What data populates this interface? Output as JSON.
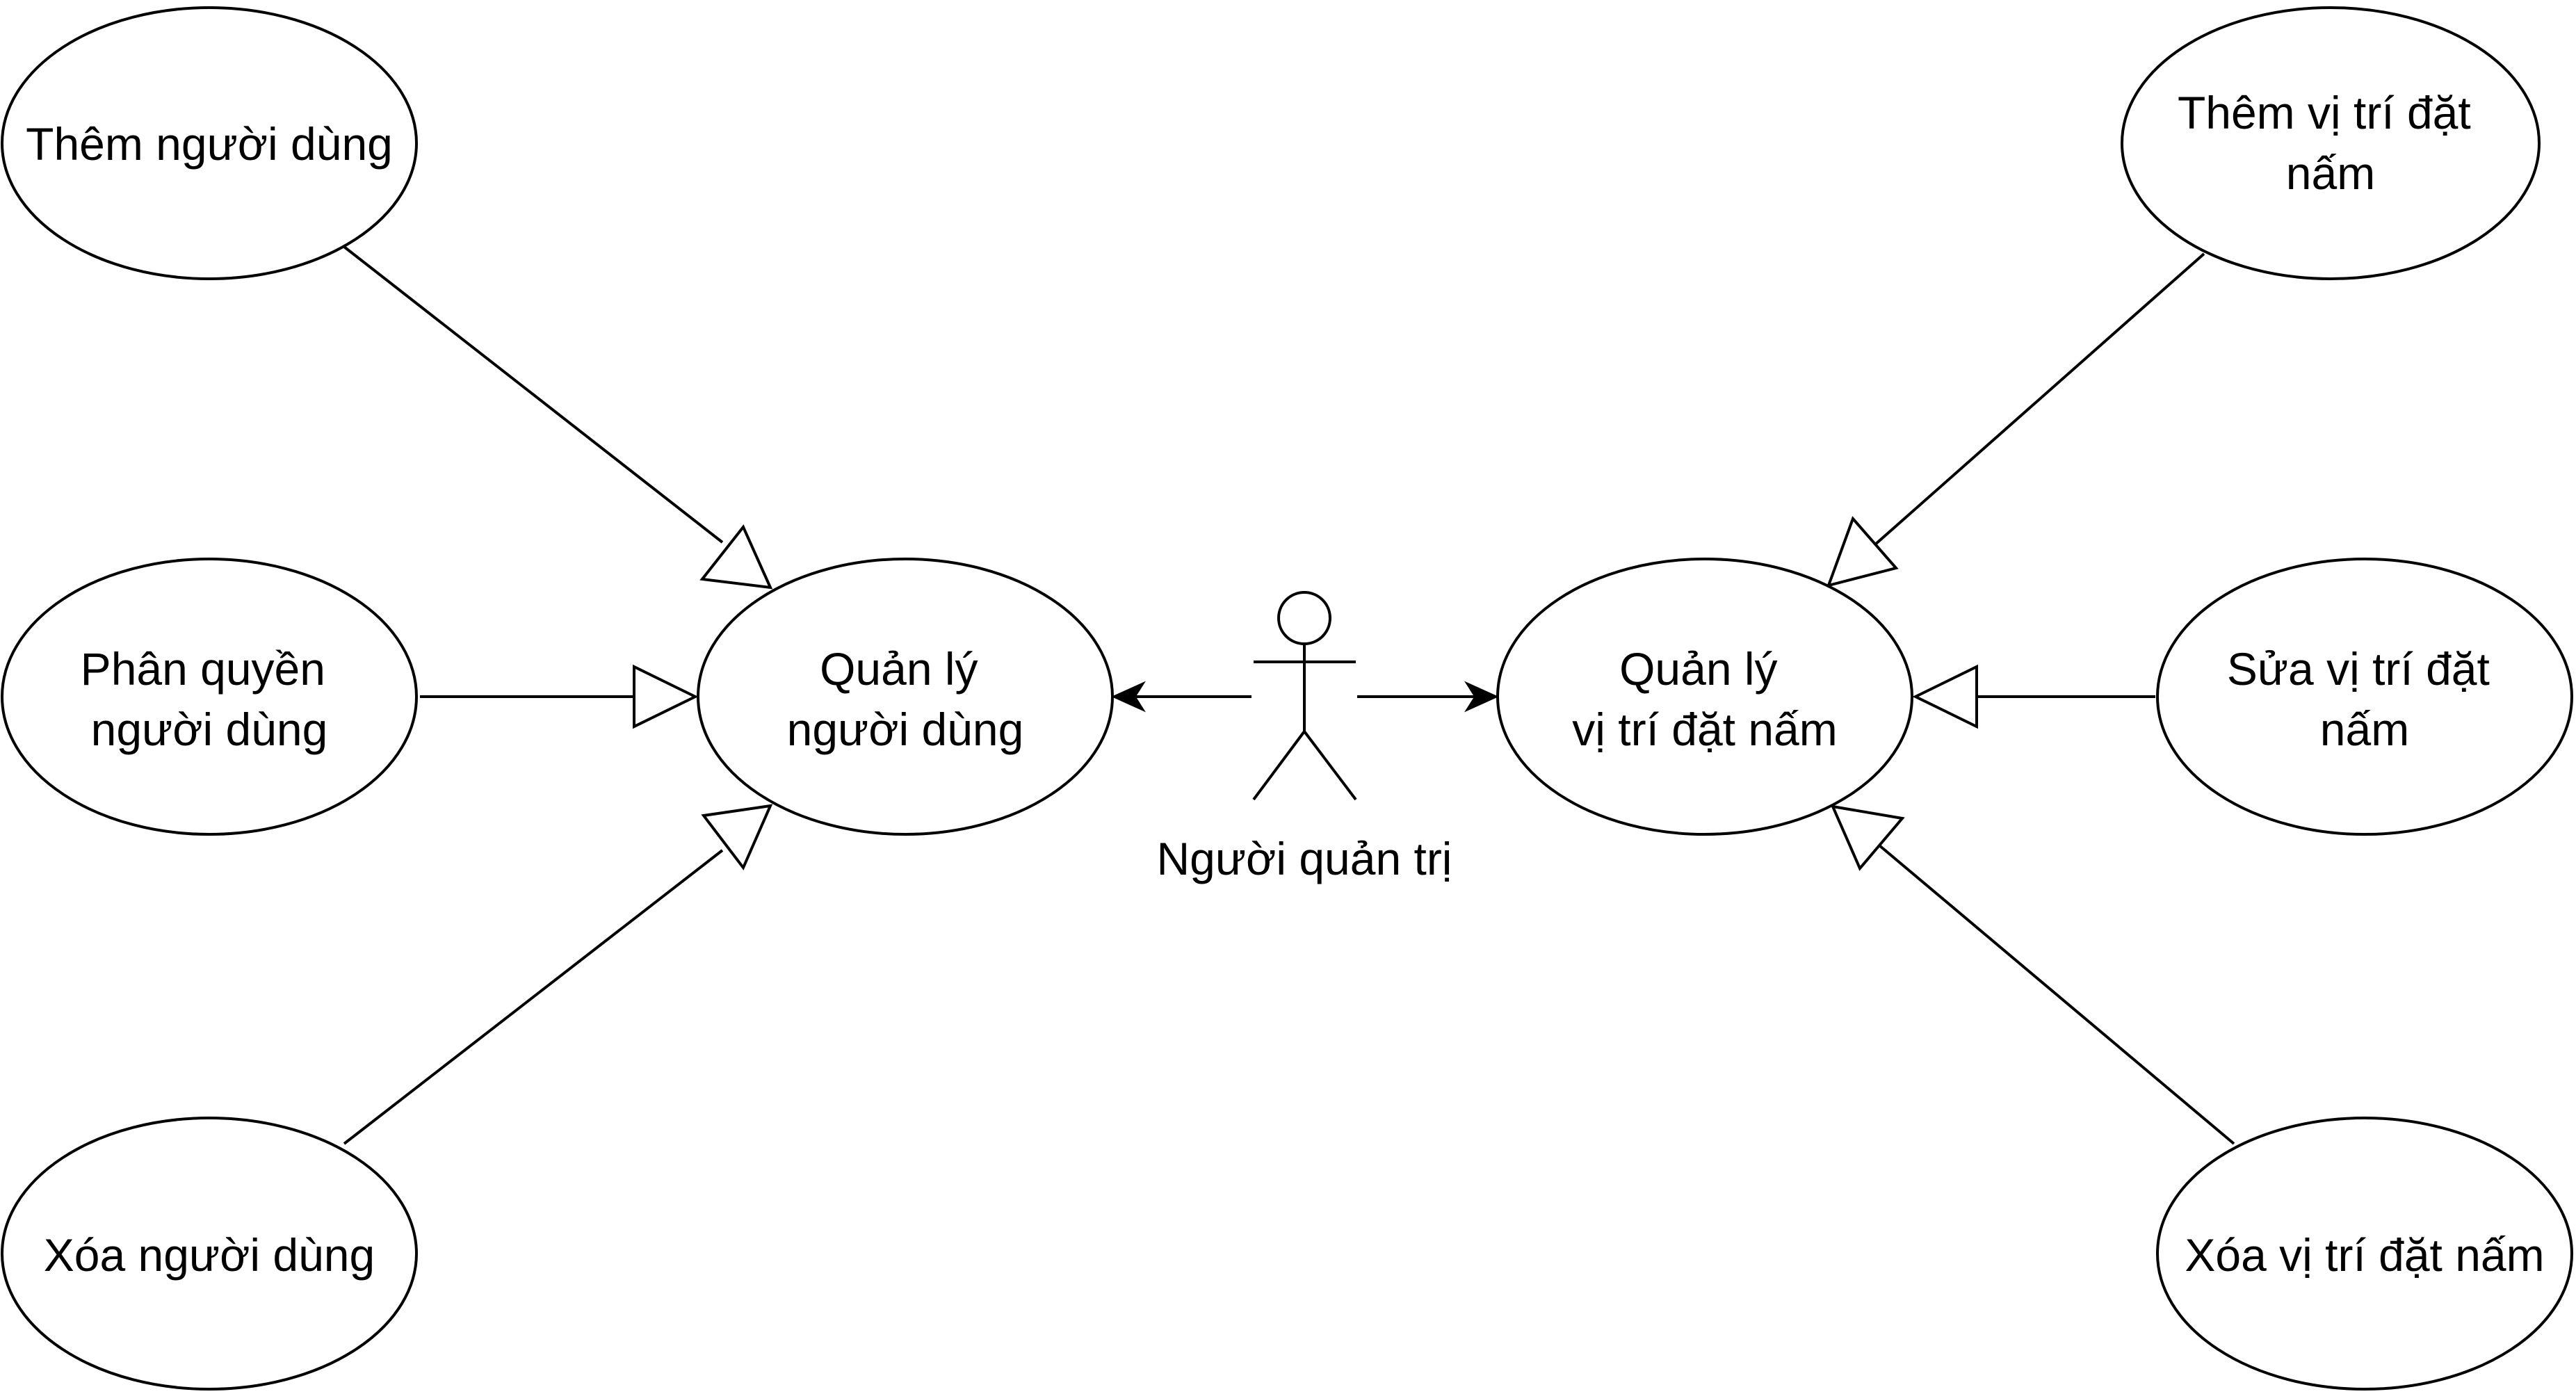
{
  "diagram": {
    "type": "use-case",
    "actor": {
      "label": "Người quản trị"
    },
    "use_cases": {
      "manage_users": {
        "lines": [
          "Quản lý",
          "người dùng"
        ]
      },
      "manage_locations": {
        "lines": [
          "Quản lý",
          "vị trí đặt nấm"
        ]
      },
      "add_user": {
        "lines": [
          "Thêm người dùng"
        ]
      },
      "assign_roles": {
        "lines": [
          "Phân quyền",
          "người dùng"
        ]
      },
      "delete_user": {
        "lines": [
          "Xóa người dùng"
        ]
      },
      "add_location": {
        "lines": [
          "Thêm vị trí đặt",
          "nấm"
        ]
      },
      "edit_location": {
        "lines": [
          "Sửa vị trí đặt",
          "nấm"
        ]
      },
      "delete_location": {
        "lines": [
          "Xóa vị trí đặt nấm"
        ]
      }
    },
    "relations": [
      {
        "from": "actor",
        "to": "manage_users",
        "kind": "association"
      },
      {
        "from": "actor",
        "to": "manage_locations",
        "kind": "association"
      },
      {
        "from": "add_user",
        "to": "manage_users",
        "kind": "generalization"
      },
      {
        "from": "assign_roles",
        "to": "manage_users",
        "kind": "generalization"
      },
      {
        "from": "delete_user",
        "to": "manage_users",
        "kind": "generalization"
      },
      {
        "from": "add_location",
        "to": "manage_locations",
        "kind": "generalization"
      },
      {
        "from": "edit_location",
        "to": "manage_locations",
        "kind": "generalization"
      },
      {
        "from": "delete_location",
        "to": "manage_locations",
        "kind": "generalization"
      }
    ]
  }
}
